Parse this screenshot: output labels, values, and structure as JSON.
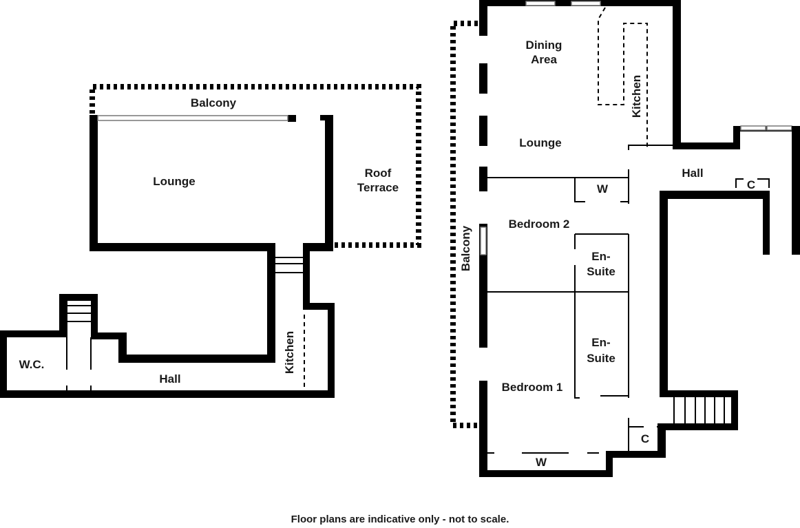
{
  "colors": {
    "wall": "#000000",
    "background": "#ffffff",
    "text": "#1a1a1a"
  },
  "left_plan": {
    "rooms": {
      "balcony": "Balcony",
      "lounge": "Lounge",
      "roof_terrace_1": "Roof",
      "roof_terrace_2": "Terrace",
      "wc": "W.C.",
      "hall": "Hall",
      "kitchen": "Kitchen"
    }
  },
  "right_plan": {
    "rooms": {
      "dining_1": "Dining",
      "dining_2": "Area",
      "kitchen": "Kitchen",
      "lounge": "Lounge",
      "hall": "Hall",
      "wardrobe_top": "W",
      "cupboard_top": "C",
      "balcony": "Balcony",
      "bedroom2": "Bedroom 2",
      "ensuite1_1": "En-",
      "ensuite1_2": "Suite",
      "ensuite2_1": "En-",
      "ensuite2_2": "Suite",
      "bedroom1": "Bedroom 1",
      "cupboard_bottom": "C",
      "wardrobe_bottom": "W"
    }
  },
  "disclaimer": "Floor plans are indicative only - not to scale."
}
